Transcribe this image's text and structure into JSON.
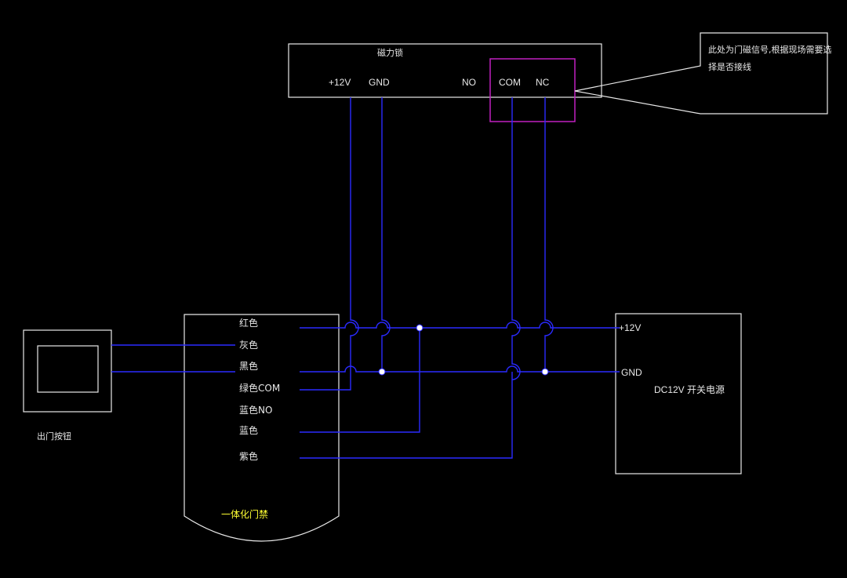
{
  "lock": {
    "title": "磁力锁",
    "terminals": [
      "+12V",
      "GND",
      "NO",
      "COM",
      "NC"
    ]
  },
  "note": {
    "line1": "此处为门磁信号,根据现场需要选",
    "line2": "择是否接线"
  },
  "controller": {
    "wires": [
      "红色",
      "灰色",
      "黑色",
      "绿色COM",
      "蓝色NO",
      "蓝色",
      "紫色"
    ],
    "name": "一体化门禁"
  },
  "exit_button": {
    "label": "出门按钮"
  },
  "power_supply": {
    "plus": "+12V",
    "gnd": "GND",
    "name": "DC12V 开关电源"
  },
  "colors": {
    "background": "#000000",
    "outline": "#e8e8e8",
    "wire": "#2a2aff",
    "highlight": "#c020c0",
    "controller_name": "#ffff33"
  }
}
